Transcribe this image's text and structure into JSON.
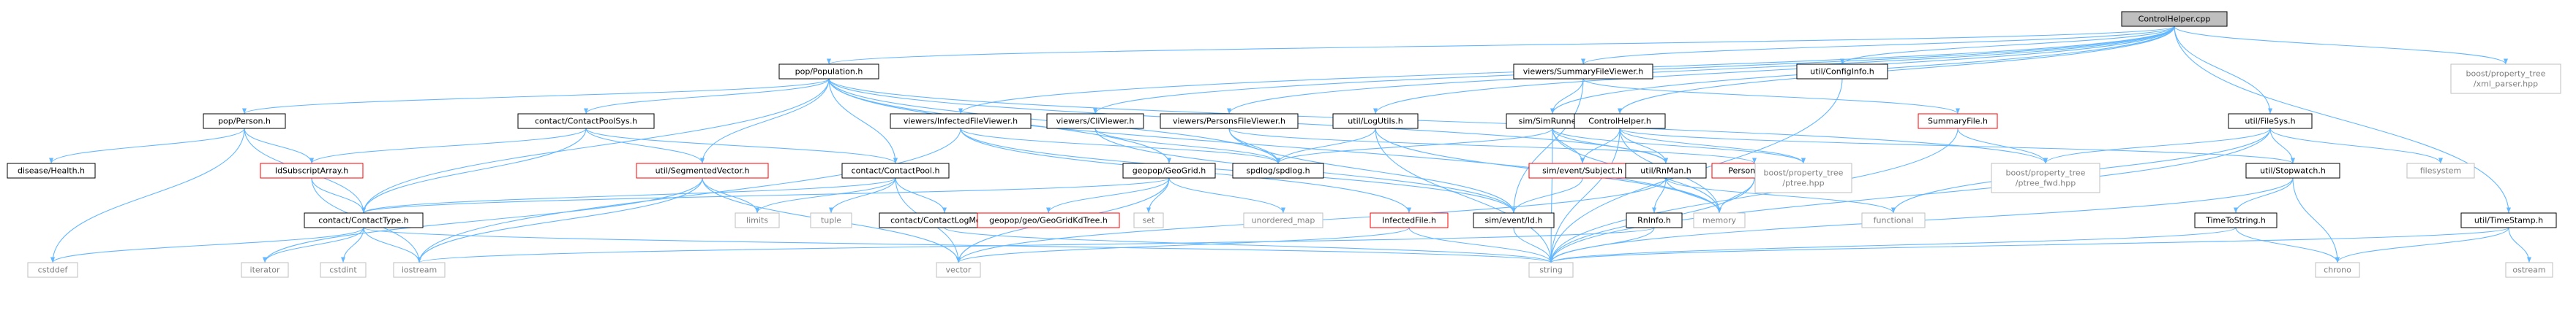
{
  "graph": {
    "root": "ControlHelper.cpp",
    "colors": {
      "edge": "#63b8ff",
      "node_border_internal": "#000000",
      "node_border_missing_doc": "#ff0000",
      "node_border_external": "#bfbfbf",
      "node_fill": "#ffffff",
      "root_fill": "#bfbfbf",
      "label_text": "#000000",
      "external_text": "#7f7f7f"
    },
    "nodes": [
      {
        "id": "root",
        "label": "ControlHelper.cpp",
        "kind": "root"
      },
      {
        "id": "population",
        "label": "pop/Population.h",
        "kind": "internal"
      },
      {
        "id": "summaryFileViewer",
        "label": "viewers/SummaryFileViewer.h",
        "kind": "internal"
      },
      {
        "id": "configInfo",
        "label": "util/ConfigInfo.h",
        "kind": "internal"
      },
      {
        "id": "xmlParser",
        "label": "boost/property_tree\n/xml_parser.hpp",
        "kind": "external"
      },
      {
        "id": "person",
        "label": "pop/Person.h",
        "kind": "internal"
      },
      {
        "id": "contactPoolSys",
        "label": "contact/ContactPoolSys.h",
        "kind": "internal"
      },
      {
        "id": "infectedFileViewer",
        "label": "viewers/InfectedFileViewer.h",
        "kind": "internal"
      },
      {
        "id": "cliViewer",
        "label": "viewers/CliViewer.h",
        "kind": "internal"
      },
      {
        "id": "personsFileViewer",
        "label": "viewers/PersonsFileViewer.h",
        "kind": "internal"
      },
      {
        "id": "logUtils",
        "label": "util/LogUtils.h",
        "kind": "internal"
      },
      {
        "id": "simRunner",
        "label": "sim/SimRunner.h",
        "kind": "internal"
      },
      {
        "id": "summaryFile",
        "label": "SummaryFile.h",
        "kind": "missing_doc"
      },
      {
        "id": "fileSys",
        "label": "util/FileSys.h",
        "kind": "internal"
      },
      {
        "id": "healthH",
        "label": "disease/Health.h",
        "kind": "internal"
      },
      {
        "id": "idSubscriptArray",
        "label": "IdSubscriptArray.h",
        "kind": "missing_doc"
      },
      {
        "id": "segmentedVector",
        "label": "util/SegmentedVector.h",
        "kind": "missing_doc"
      },
      {
        "id": "contactPool",
        "label": "contact/ContactPool.h",
        "kind": "internal"
      },
      {
        "id": "geoGrid",
        "label": "geopop/GeoGrid.h",
        "kind": "internal"
      },
      {
        "id": "spdlog",
        "label": "spdlog/spdlog.h",
        "kind": "internal"
      },
      {
        "id": "simSubject",
        "label": "sim/event/Subject.h",
        "kind": "missing_doc"
      },
      {
        "id": "personsFile",
        "label": "PersonsFile.h",
        "kind": "missing_doc"
      },
      {
        "id": "controlHelperH",
        "label": "ControlHelper.h",
        "kind": "internal"
      },
      {
        "id": "rnMan",
        "label": "util/RnMan.h",
        "kind": "internal"
      },
      {
        "id": "ptree",
        "label": "boost/property_tree\n/ptree.hpp",
        "kind": "external"
      },
      {
        "id": "ptreeFwd",
        "label": "boost/property_tree\n/ptree_fwd.hpp",
        "kind": "external"
      },
      {
        "id": "stopwatch",
        "label": "util/Stopwatch.h",
        "kind": "internal"
      },
      {
        "id": "filesystem",
        "label": "filesystem",
        "kind": "external"
      },
      {
        "id": "contactType",
        "label": "contact/ContactType.h",
        "kind": "internal"
      },
      {
        "id": "limits",
        "label": "limits",
        "kind": "external"
      },
      {
        "id": "tuple",
        "label": "tuple",
        "kind": "external"
      },
      {
        "id": "contactLogMode",
        "label": "contact/ContactLogMode.h",
        "kind": "internal"
      },
      {
        "id": "geoGridKdTree",
        "label": "geopop/geo/GeoGridKdTree.h",
        "kind": "missing_doc"
      },
      {
        "id": "set",
        "label": "set",
        "kind": "external"
      },
      {
        "id": "unorderedMap",
        "label": "unordered_map",
        "kind": "external"
      },
      {
        "id": "infectedFile",
        "label": "InfectedFile.h",
        "kind": "missing_doc"
      },
      {
        "id": "simId",
        "label": "sim/event/Id.h",
        "kind": "internal"
      },
      {
        "id": "memory",
        "label": "memory",
        "kind": "external"
      },
      {
        "id": "rnInfo",
        "label": "RnInfo.h",
        "kind": "internal"
      },
      {
        "id": "functional",
        "label": "functional",
        "kind": "external"
      },
      {
        "id": "timeToString",
        "label": "TimeToString.h",
        "kind": "internal"
      },
      {
        "id": "timeStamp",
        "label": "util/TimeStamp.h",
        "kind": "internal"
      },
      {
        "id": "cstddef",
        "label": "cstddef",
        "kind": "external"
      },
      {
        "id": "iterator",
        "label": "iterator",
        "kind": "external"
      },
      {
        "id": "cstdint",
        "label": "cstdint",
        "kind": "external"
      },
      {
        "id": "iostream",
        "label": "iostream",
        "kind": "external"
      },
      {
        "id": "vector",
        "label": "vector",
        "kind": "external"
      },
      {
        "id": "string",
        "label": "string",
        "kind": "external"
      },
      {
        "id": "chrono",
        "label": "chrono",
        "kind": "external"
      },
      {
        "id": "ostream",
        "label": "ostream",
        "kind": "external"
      }
    ],
    "edges": [
      [
        "root",
        "population"
      ],
      [
        "root",
        "summaryFileViewer"
      ],
      [
        "root",
        "configInfo"
      ],
      [
        "root",
        "xmlParser"
      ],
      [
        "root",
        "infectedFileViewer"
      ],
      [
        "root",
        "cliViewer"
      ],
      [
        "root",
        "personsFileViewer"
      ],
      [
        "root",
        "logUtils"
      ],
      [
        "root",
        "simRunner"
      ],
      [
        "root",
        "controlHelperH"
      ],
      [
        "root",
        "fileSys"
      ],
      [
        "root",
        "timeStamp"
      ],
      [
        "population",
        "person"
      ],
      [
        "population",
        "contactPoolSys"
      ],
      [
        "population",
        "contactPool"
      ],
      [
        "population",
        "segmentedVector"
      ],
      [
        "population",
        "geoGrid"
      ],
      [
        "population",
        "spdlog"
      ],
      [
        "population",
        "rnMan"
      ],
      [
        "population",
        "memory"
      ],
      [
        "population",
        "ptreeFwd"
      ],
      [
        "population",
        "contactType"
      ],
      [
        "person",
        "healthH"
      ],
      [
        "person",
        "idSubscriptArray"
      ],
      [
        "person",
        "contactType"
      ],
      [
        "person",
        "cstddef"
      ],
      [
        "contactPoolSys",
        "contactPool"
      ],
      [
        "contactPoolSys",
        "idSubscriptArray"
      ],
      [
        "contactPoolSys",
        "segmentedVector"
      ],
      [
        "contactPoolSys",
        "contactType"
      ],
      [
        "idSubscriptArray",
        "contactType"
      ],
      [
        "idSubscriptArray",
        "iostream"
      ],
      [
        "segmentedVector",
        "iterator"
      ],
      [
        "segmentedVector",
        "limits"
      ],
      [
        "segmentedVector",
        "iostream"
      ],
      [
        "segmentedVector",
        "vector"
      ],
      [
        "contactPool",
        "contactType"
      ],
      [
        "contactPool",
        "limits"
      ],
      [
        "contactPool",
        "tuple"
      ],
      [
        "contactPool",
        "contactLogMode"
      ],
      [
        "contactPool",
        "vector"
      ],
      [
        "contactType",
        "cstddef"
      ],
      [
        "contactType",
        "iterator"
      ],
      [
        "contactType",
        "cstdint"
      ],
      [
        "contactType",
        "iostream"
      ],
      [
        "contactType",
        "string"
      ],
      [
        "contactLogMode",
        "string"
      ],
      [
        "geoGrid",
        "contactType"
      ],
      [
        "geoGrid",
        "geoGridKdTree"
      ],
      [
        "geoGrid",
        "set"
      ],
      [
        "geoGrid",
        "unorderedMap"
      ],
      [
        "geoGrid",
        "vector"
      ],
      [
        "infectedFileViewer",
        "spdlog"
      ],
      [
        "infectedFileViewer",
        "infectedFile"
      ],
      [
        "infectedFileViewer",
        "simId"
      ],
      [
        "infectedFileViewer",
        "iostream"
      ],
      [
        "cliViewer",
        "spdlog"
      ],
      [
        "cliViewer",
        "simId"
      ],
      [
        "personsFileViewer",
        "spdlog"
      ],
      [
        "personsFileViewer",
        "personsFile"
      ],
      [
        "personsFileViewer",
        "simId"
      ],
      [
        "logUtils",
        "spdlog"
      ],
      [
        "logUtils",
        "memory"
      ],
      [
        "logUtils",
        "string"
      ],
      [
        "simRunner",
        "simSubject"
      ],
      [
        "simRunner",
        "rnMan"
      ],
      [
        "simRunner",
        "ptree"
      ],
      [
        "simRunner",
        "memory"
      ],
      [
        "simRunner",
        "string"
      ],
      [
        "simRunner",
        "spdlog"
      ],
      [
        "summaryFileViewer",
        "simRunner"
      ],
      [
        "summaryFileViewer",
        "summaryFile"
      ],
      [
        "summaryFileViewer",
        "simId"
      ],
      [
        "summaryFile",
        "ptreeFwd"
      ],
      [
        "summaryFile",
        "string"
      ],
      [
        "controlHelperH",
        "simSubject"
      ],
      [
        "controlHelperH",
        "rnMan"
      ],
      [
        "controlHelperH",
        "ptree"
      ],
      [
        "controlHelperH",
        "stopwatch"
      ],
      [
        "controlHelperH",
        "memory"
      ],
      [
        "controlHelperH",
        "string"
      ],
      [
        "simSubject",
        "simId"
      ],
      [
        "personsFile",
        "memory"
      ],
      [
        "personsFile",
        "string"
      ],
      [
        "infectedFile",
        "vector"
      ],
      [
        "infectedFile",
        "string"
      ],
      [
        "simId",
        "string"
      ],
      [
        "rnMan",
        "rnInfo"
      ],
      [
        "rnMan",
        "memory"
      ],
      [
        "rnMan",
        "functional"
      ],
      [
        "rnMan",
        "vector"
      ],
      [
        "rnInfo",
        "iostream"
      ],
      [
        "rnInfo",
        "string"
      ],
      [
        "configInfo",
        "string"
      ],
      [
        "fileSys",
        "ptreeFwd"
      ],
      [
        "fileSys",
        "filesystem"
      ],
      [
        "fileSys",
        "stopwatch"
      ],
      [
        "fileSys",
        "functional"
      ],
      [
        "fileSys",
        "string"
      ],
      [
        "stopwatch",
        "timeToString"
      ],
      [
        "stopwatch",
        "chrono"
      ],
      [
        "stopwatch",
        "string"
      ],
      [
        "timeToString",
        "chrono"
      ],
      [
        "timeToString",
        "string"
      ],
      [
        "timeStamp",
        "chrono"
      ],
      [
        "timeStamp",
        "string"
      ],
      [
        "timeStamp",
        "ostream"
      ]
    ]
  }
}
